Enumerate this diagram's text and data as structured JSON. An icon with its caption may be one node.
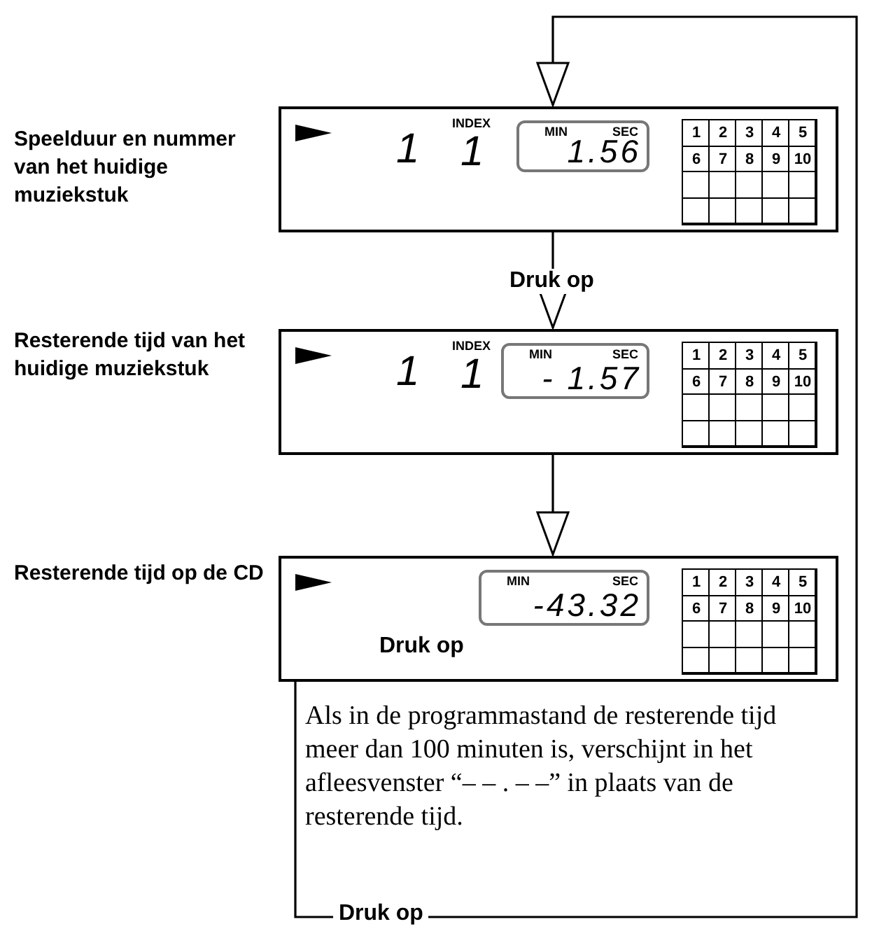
{
  "diagram": {
    "nodes": [
      {
        "text": [
          "1",
          "INDEX",
          "1"
        ],
        "beside": [
          "Speelduur en nummer van het huidige muziekstuk"
        ]
      },
      {
        "text": [
          "MIN",
          "SEC",
          "1.56"
        ],
        "in": 0
      },
      {
        "text": [
          "1",
          "2",
          "3",
          "4",
          "5",
          "6",
          "7",
          "8",
          "9",
          "10"
        ],
        "in": 0
      },
      {
        "text": [
          "1",
          "INDEX",
          "1"
        ],
        "beside": [
          "Resterende tijd van het huidige muziekstuk"
        ]
      },
      {
        "text": [
          "MIN",
          "SEC",
          "- 1.57"
        ],
        "in": 3
      },
      {
        "text": [
          "1",
          "2",
          "3",
          "4",
          "5",
          "6",
          "7",
          "8",
          "9",
          "10"
        ],
        "in": 3
      },
      {
        "text": [
          "Druk op"
        ],
        "beside": [
          "Resterende tijd op de CD"
        ]
      },
      {
        "text": [
          "MIN",
          "SEC",
          "-43.32"
        ],
        "in": 6
      },
      {
        "text": [
          "1",
          "2",
          "3",
          "4",
          "5",
          "6",
          "7",
          "8",
          "9",
          "10"
        ],
        "in": 6
      }
    ],
    "edges": [
      {
        "from": 0,
        "to": 3,
        "arrow": "to",
        "label": "Druk op"
      },
      {
        "from": 3,
        "to": 6,
        "arrow": "to"
      },
      {
        "from": 6,
        "to": 0,
        "arrow": "to",
        "label": "Druk op"
      }
    ],
    "labels": [
      "Als in de programmastand de resterende tijd meer dan 100 minuten is, verschijnt in het afleesvenster “– – . – –” in plaats van de resterende tijd."
    ]
  }
}
